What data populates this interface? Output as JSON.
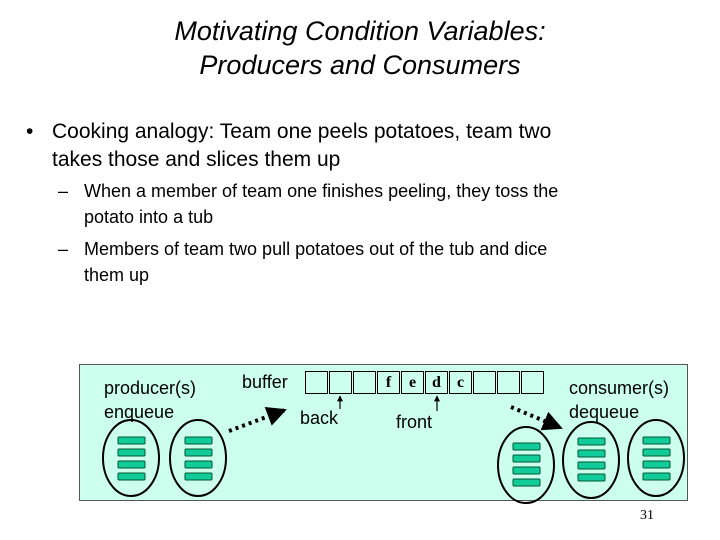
{
  "title": {
    "line1": "Motivating Condition Variables:",
    "line2": "Producers and Consumers"
  },
  "bullets": [
    {
      "text_line1": "Cooking analogy: Team one peels potatoes, team two",
      "text_line2": "takes those and slices them up",
      "sub": [
        {
          "line1": "When a member of team one finishes peeling, they toss the",
          "line2": "potato into a tub"
        },
        {
          "line1": "Members of team two pull potatoes out of the tub and dice",
          "line2": "them up"
        }
      ]
    }
  ],
  "markers": {
    "bullet": "•",
    "dash": "–"
  },
  "diagram": {
    "producer_label_1": "producer(s)",
    "producer_label_2": "enqueue",
    "buffer_label": "buffer",
    "back_label": "back",
    "front_label": "front",
    "consumer_label_1": "consumer(s)",
    "consumer_label_2": "dequeue",
    "buffer_cells": [
      "",
      "",
      "",
      "f",
      "e",
      "d",
      "c",
      "",
      "",
      ""
    ],
    "colors": {
      "panel": "#ccffee",
      "bar_fill": "#11cc99",
      "bar_stroke": "#005533",
      "arrow": "#000000"
    }
  },
  "page_number": "31"
}
